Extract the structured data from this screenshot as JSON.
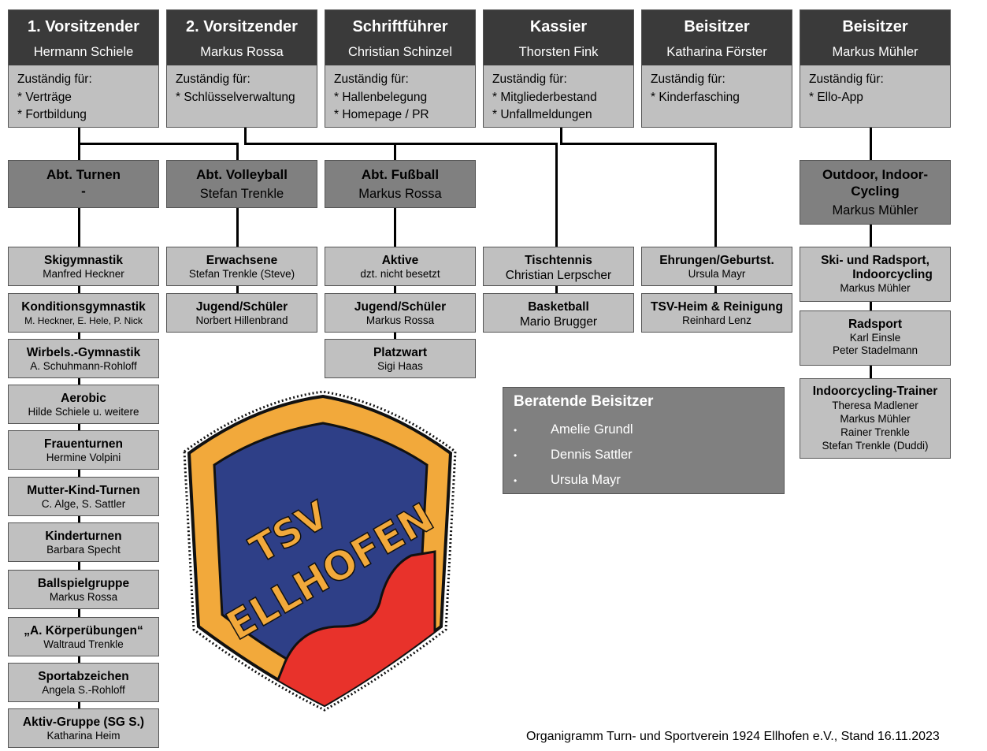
{
  "board": [
    {
      "role": "1. Vorsitzender",
      "person": "Hermann Schiele",
      "responsible_label": "Zuständig für:",
      "duties": [
        "* Verträge",
        "* Fortbildung"
      ]
    },
    {
      "role": "2. Vorsitzender",
      "person": "Markus Rossa",
      "responsible_label": "Zuständig für:",
      "duties": [
        "* Schlüsselverwaltung"
      ]
    },
    {
      "role": "Schriftführer",
      "person": "Christian Schinzel",
      "responsible_label": "Zuständig für:",
      "duties": [
        "* Hallenbelegung",
        "* Homepage / PR"
      ]
    },
    {
      "role": "Kassier",
      "person": "Thorsten Fink",
      "responsible_label": "Zuständig für:",
      "duties": [
        "* Mitgliederbestand",
        "* Unfallmeldungen"
      ]
    },
    {
      "role": "Beisitzer",
      "person": "Katharina Förster",
      "responsible_label": "Zuständig für:",
      "duties": [
        "* Kinderfasching"
      ]
    },
    {
      "role": "Beisitzer",
      "person": "Markus Mühler",
      "responsible_label": "Zuständig für:",
      "duties": [
        "* Ello-App"
      ]
    }
  ],
  "departments": [
    {
      "title": "Abt. Turnen",
      "person": "-"
    },
    {
      "title": "Abt. Volleyball",
      "person": "Stefan Trenkle"
    },
    {
      "title": "Abt. Fußball",
      "person": "Markus Rossa"
    },
    {
      "title": "Outdoor, Indoor-Cycling",
      "title_line1": "Outdoor, Indoor-",
      "title_line2": "Cycling",
      "person": "Markus Mühler"
    }
  ],
  "groups": {
    "turnen": [
      {
        "title": "Skigymnastik",
        "sub": "Manfred Heckner"
      },
      {
        "title": "Konditionsgymnastik",
        "sub": "M. Heckner, E. Hele, P. Nick"
      },
      {
        "title": "Wirbels.-Gymnastik",
        "sub": "A. Schuhmann-Rohloff"
      },
      {
        "title": "Aerobic",
        "sub": "Hilde Schiele u. weitere"
      },
      {
        "title": "Frauenturnen",
        "sub": "Hermine Volpini"
      },
      {
        "title": "Mutter-Kind-Turnen",
        "sub": "C. Alge, S. Sattler"
      },
      {
        "title": "Kinderturnen",
        "sub": "Barbara Specht"
      },
      {
        "title": "Ballspielgruppe",
        "sub": "Markus Rossa"
      },
      {
        "title": "„A. Körperübungen“",
        "sub": "Waltraud Trenkle"
      },
      {
        "title": "Sportabzeichen",
        "sub": "Angela S.-Rohloff"
      },
      {
        "title": "Aktiv-Gruppe (SG S.)",
        "sub": "Katharina Heim"
      }
    ],
    "volleyball": [
      {
        "title": "Erwachsene",
        "sub": "Stefan Trenkle (Steve)"
      },
      {
        "title": "Jugend/Schüler",
        "sub": "Norbert Hillenbrand"
      }
    ],
    "fussball": [
      {
        "title": "Aktive",
        "sub": "dzt. nicht besetzt"
      },
      {
        "title": "Jugend/Schüler",
        "sub": "Markus Rossa"
      },
      {
        "title": "Platzwart",
        "sub": "Sigi Haas"
      }
    ],
    "kassier": [
      {
        "title": "Tischtennis",
        "sub": "Christian Lerpscher"
      },
      {
        "title": "Basketball",
        "sub": "Mario Brugger"
      }
    ],
    "beisitzer": [
      {
        "title": "Ehrungen/Geburtst.",
        "sub": "Ursula Mayr"
      },
      {
        "title": "TSV-Heim & Reinigung",
        "sub": "Reinhard Lenz"
      }
    ],
    "cycling": [
      {
        "title": "Ski- und Radsport, Indoorcycling",
        "title_line1": "Ski- und Radsport,",
        "title_line2": "Indoorcycling",
        "sub": "Markus Mühler"
      },
      {
        "title": "Radsport",
        "subs": [
          "Karl Einsle",
          "Peter Stadelmann"
        ]
      },
      {
        "title": "Indoorcycling-Trainer",
        "subs": [
          "Theresa Madlener",
          "Markus Mühler",
          "Rainer Trenkle",
          "Stefan Trenkle (Duddi)"
        ]
      }
    ]
  },
  "advisory": {
    "title": "Beratende Beisitzer",
    "bullet": "•",
    "members": [
      "Amelie Grundl",
      "Dennis Sattler",
      "Ursula Mayr"
    ]
  },
  "logo": {
    "text_line1": "TSV",
    "text_line2": "ELLHOFEN",
    "colors": {
      "blue": "#2e3f87",
      "gold": "#f2a93b",
      "red": "#e8322b"
    }
  },
  "footer": "Organigramm Turn- und Sportverein 1924 Ellhofen e.V., Stand 16.11.2023"
}
